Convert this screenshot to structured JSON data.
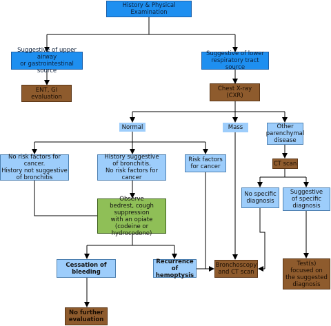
{
  "nodes": {
    "history_exam": "History & Physical Examination",
    "upper_airway": "Suggestive of upper airway\nor gastrointestinal source",
    "lower_resp": "Suggestive of lower\nrespiratory tract source",
    "ent_gi": "ENT, GI evaluation",
    "chest_xray": "Chest X-ray (CXR)",
    "normal": "Normal",
    "mass": "Mass",
    "other_parenchymal": "Other\nparenchymal\ndisease",
    "no_risk": "No risk factors for cancer.\nHistory not suggestive\nof bronchitis",
    "history_bronchitis": "History suggestive\nof bronchitis.\nNo risk factors for cancer",
    "risk_factors": "Risk factors\nfor cancer",
    "ct_scan": "CT scan",
    "no_specific": "No specific\ndiagnosis",
    "suggestive_specific": "Suggestive\nof specific\ndiagnosis",
    "observe": "Observe\nbedrest, cough suppression\nwith an opiate\n(codeine or hydrocodone)",
    "cessation": "Cessation of bleeding",
    "recurrence": "Recurrence of\nhemoptysis",
    "broncho_ct": "Bronchoscopy\nand CT scan",
    "tests_focused": "Test(s)\nfocused on\nthe suggested\ndiagnosis",
    "no_further": "No further\nevaluation"
  }
}
